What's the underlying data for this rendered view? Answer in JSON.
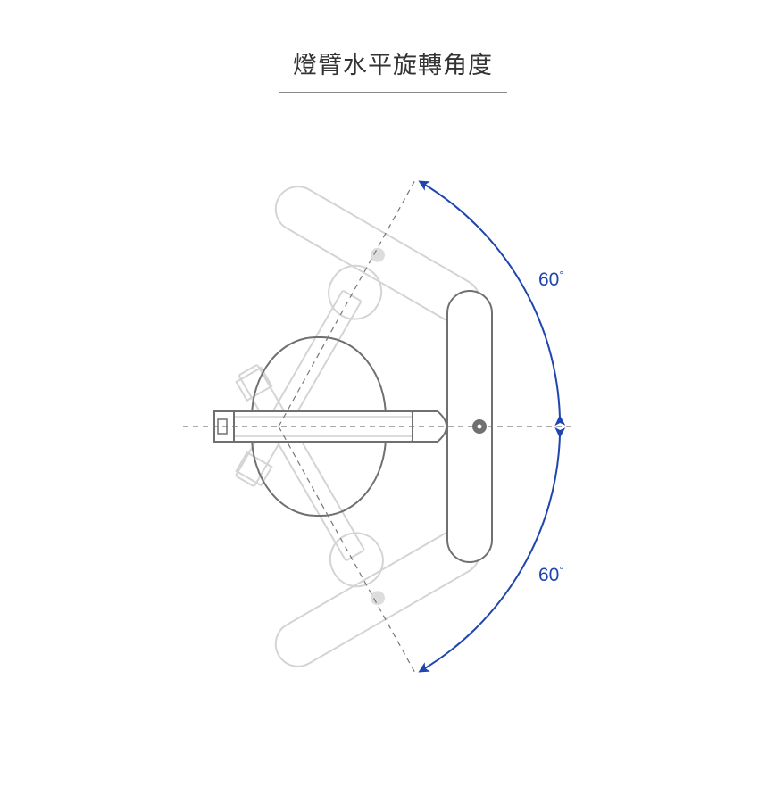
{
  "title": "燈臂水平旋轉角度",
  "angles": {
    "upper": {
      "value": "60",
      "unit": "°"
    },
    "lower": {
      "value": "60",
      "unit": "°"
    }
  },
  "colors": {
    "arrow": "#1f45b0",
    "lamp_outline": "#707070",
    "ghost_outline": "#d4d4d4",
    "axis_line": "#777777",
    "title": "#333333"
  },
  "icons": [
    "lamp-top-view",
    "rotation-arrow-up",
    "rotation-arrow-down"
  ]
}
